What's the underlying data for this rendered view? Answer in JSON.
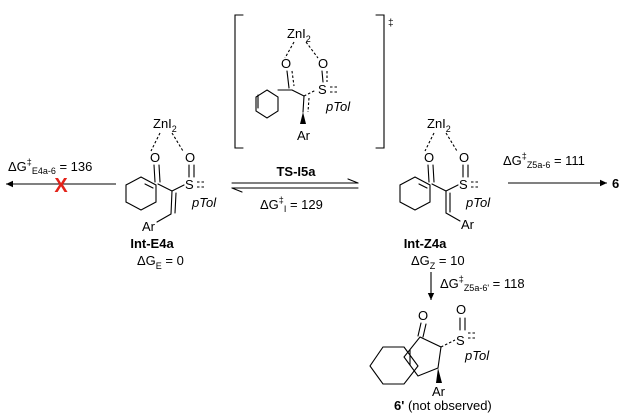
{
  "ts": {
    "metal": "ZnI",
    "metal_sub": "2",
    "o1": "O",
    "o2": "O",
    "s": "S",
    "tol": "pTol",
    "ar": "Ar",
    "dagger": "‡"
  },
  "int_e4a": {
    "metal": "ZnI",
    "metal_sub": "2",
    "o1": "O",
    "o2": "O",
    "s": "S",
    "tol": "pTol",
    "ar": "Ar",
    "name": "Int-E4a",
    "energy_pre": "ΔG",
    "energy_sub": "E",
    "energy_post": " = 0",
    "barrier_pre": "ΔG",
    "barrier_sup": "‡",
    "barrier_sub": "E4a-6",
    "barrier_post": " = 136",
    "blocked_mark": "X"
  },
  "int_z4a": {
    "metal": "ZnI",
    "metal_sub": "2",
    "o1": "O",
    "o2": "O",
    "s": "S",
    "tol": "pTol",
    "ar": "Ar",
    "name": "Int-Z4a",
    "energy_pre": "ΔG",
    "energy_sub": "Z",
    "energy_post": " = 10",
    "barrier_pre": "ΔG",
    "barrier_sup": "‡",
    "barrier_sub": "Z5a-6",
    "barrier_post": " = 111",
    "product_label": "6"
  },
  "equilibrium": {
    "ts_name": "TS-I5a",
    "barrier_pre": "ΔG",
    "barrier_sup": "‡",
    "barrier_sub": "I",
    "barrier_post": " = 129"
  },
  "side_path": {
    "barrier_pre": "ΔG",
    "barrier_sup": "‡",
    "barrier_sub": "Z5a-6'",
    "barrier_post": " = 118"
  },
  "product6p": {
    "o_ketone": "O",
    "o_sulfinyl": "O",
    "s": "S",
    "tol": "pTol",
    "ar": "Ar",
    "name": "6'",
    "note": " (not observed)"
  }
}
